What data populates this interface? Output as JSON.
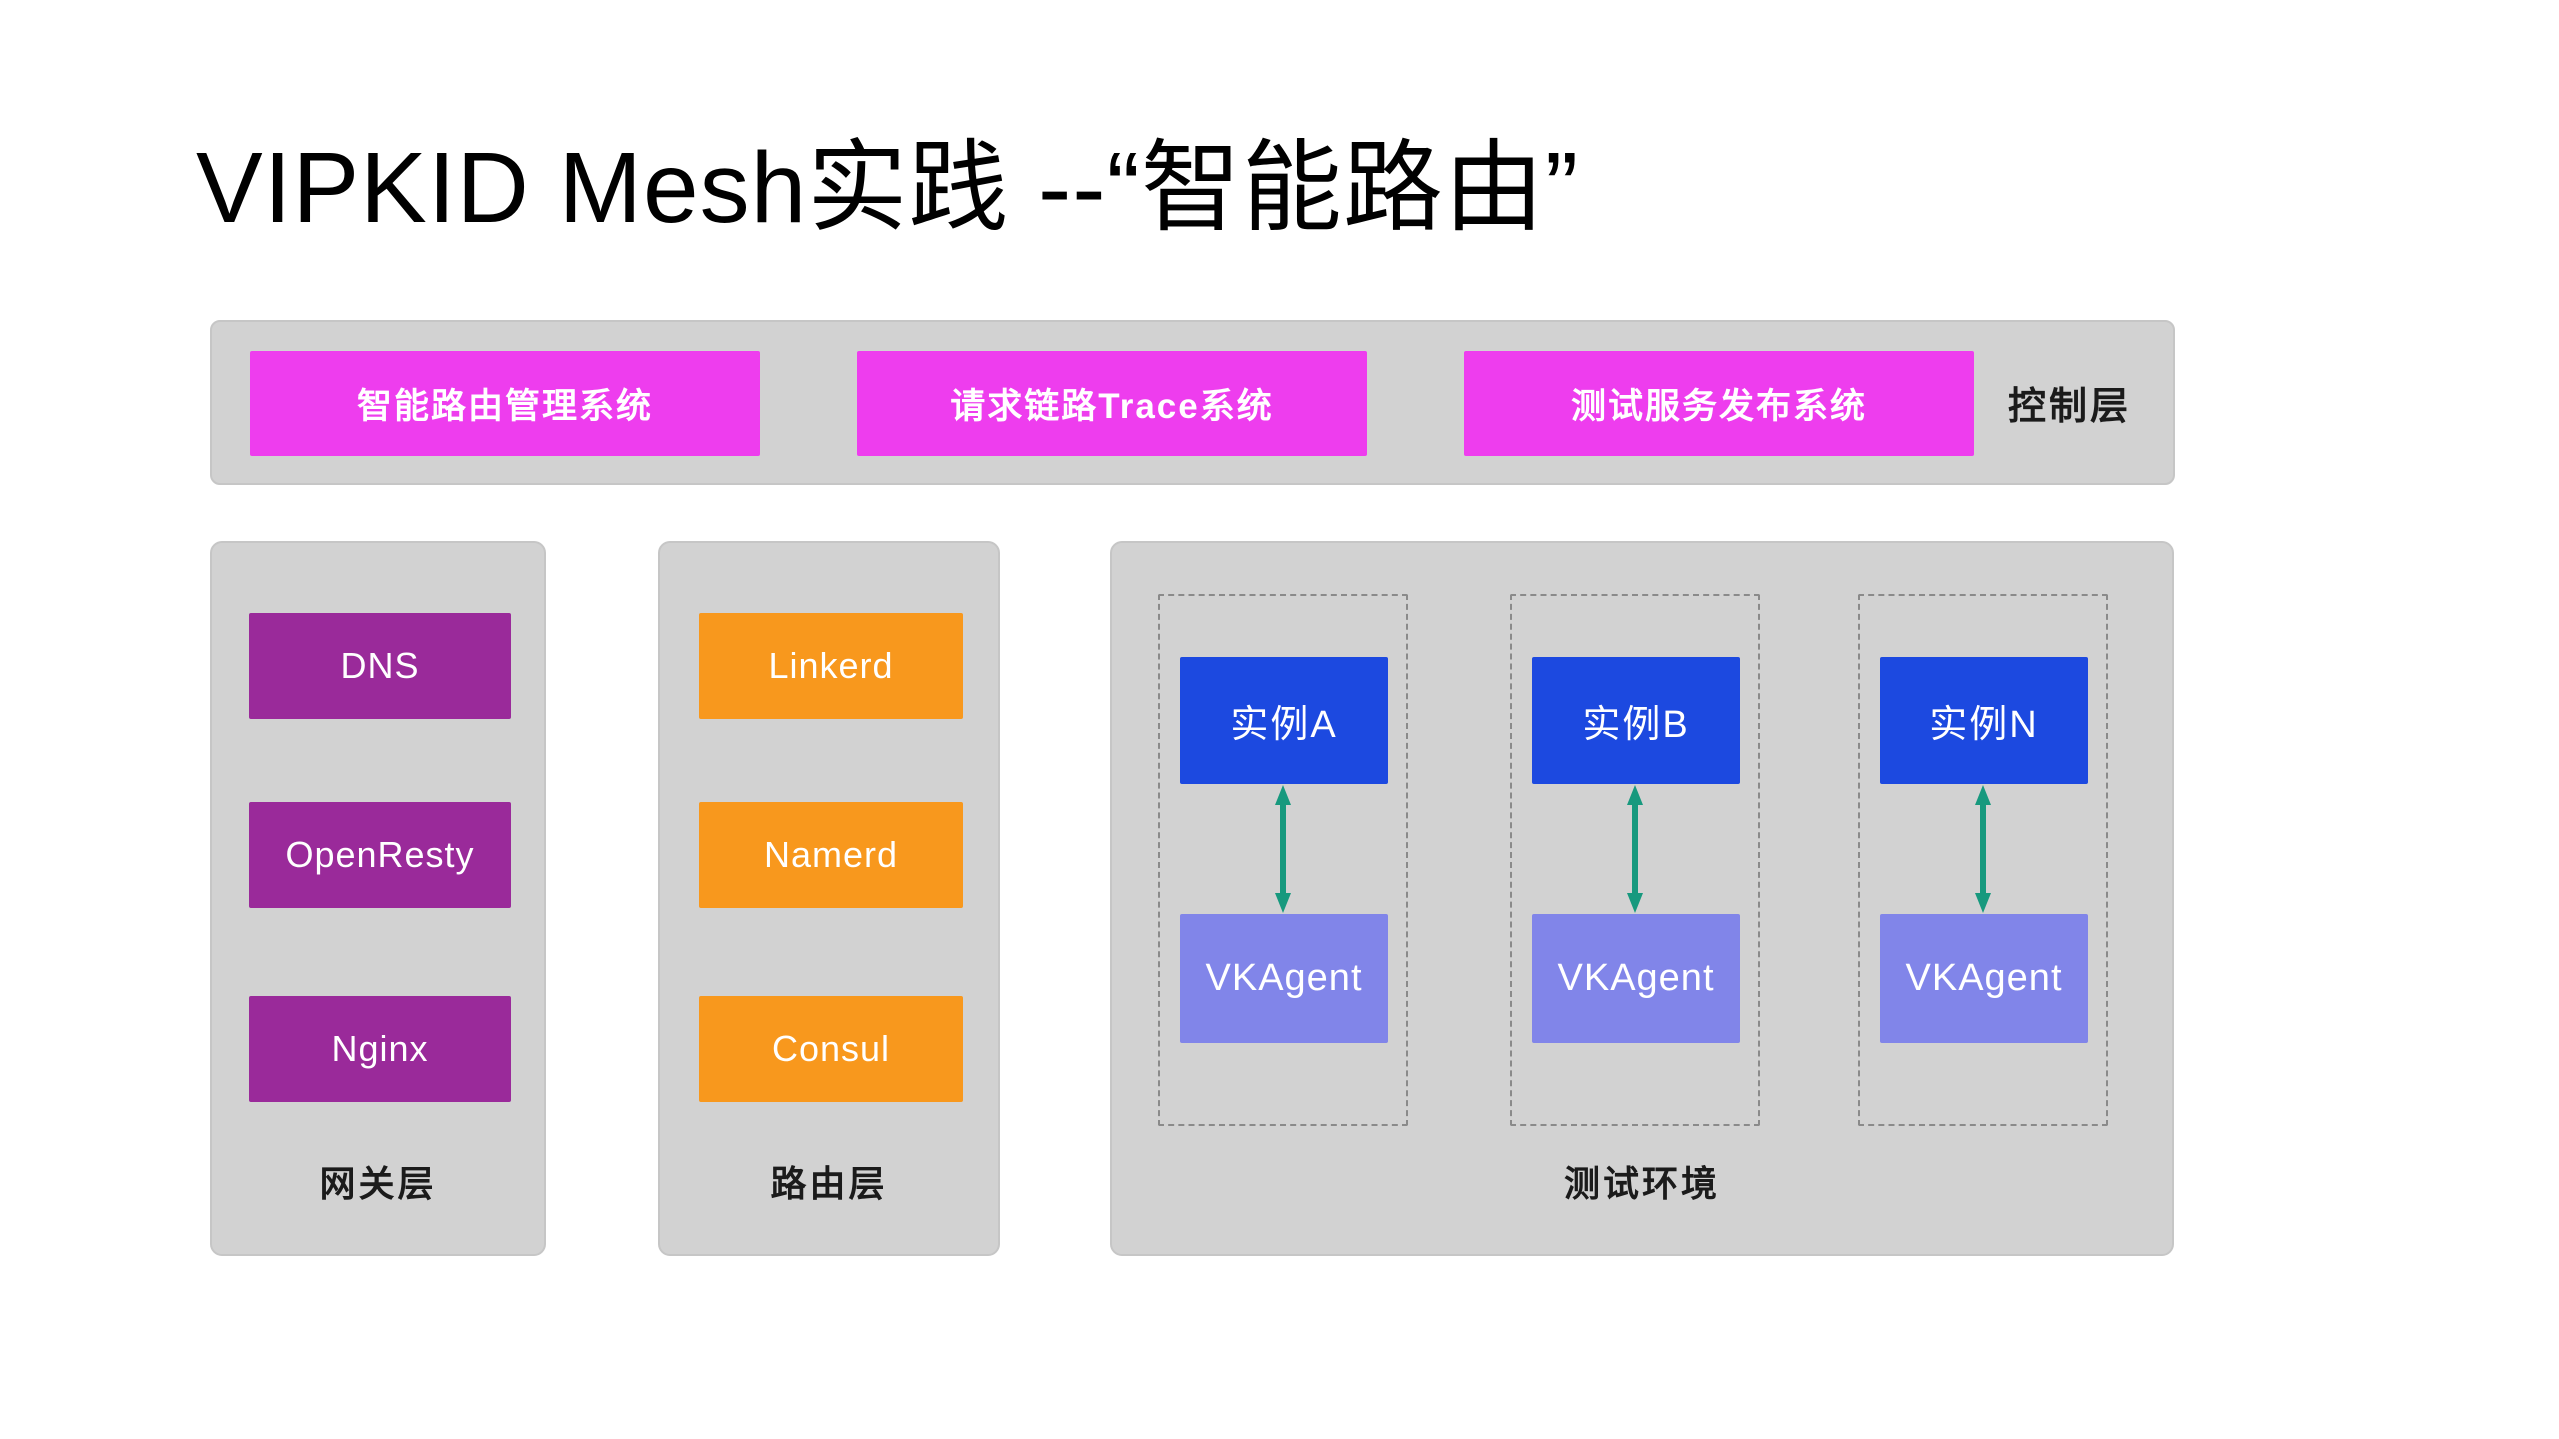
{
  "title": "VIPKID Mesh实践 --“智能路由”",
  "control_layer": {
    "label": "控制层",
    "systems": [
      "智能路由管理系统",
      "请求链路Trace系统",
      "测试服务发布系统"
    ]
  },
  "gateway_layer": {
    "label": "网关层",
    "components": [
      "DNS",
      "OpenResty",
      "Nginx"
    ]
  },
  "routing_layer": {
    "label": "路由层",
    "components": [
      "Linkerd",
      "Namerd",
      "Consul"
    ]
  },
  "test_environment": {
    "label": "测试环境",
    "nodes": [
      {
        "instance": "实例A",
        "agent": "VKAgent"
      },
      {
        "instance": "实例B",
        "agent": "VKAgent"
      },
      {
        "instance": "实例N",
        "agent": "VKAgent"
      }
    ]
  },
  "colors": {
    "panel_bg": "#d2d2d2",
    "system_magenta": "#ee3dee",
    "gateway_purple": "#9a2a9a",
    "routing_orange": "#f8981d",
    "instance_blue": "#1c49e0",
    "agent_periwinkle": "#8185e9",
    "arrow_teal": "#17997e",
    "label_text": "#1b1b1b"
  }
}
